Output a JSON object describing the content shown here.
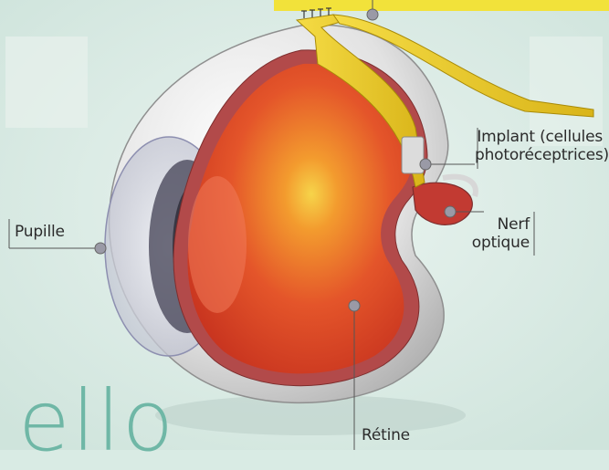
{
  "labels": {
    "implant_line1": "Implant (cellules",
    "implant_line2": "photoréceptrices)",
    "pupille": "Pupille",
    "nerf_line1": "Nerf",
    "nerf_line2": "optique",
    "retine": "Rétine",
    "deco": "ello"
  },
  "colors": {
    "background": "#d9ebe4",
    "implant": "#e8c81f",
    "retina": "#e14a22",
    "sclera": "#e6e6e6",
    "choroid": "#c33a3a",
    "deco_text": "#6fb7a6"
  }
}
